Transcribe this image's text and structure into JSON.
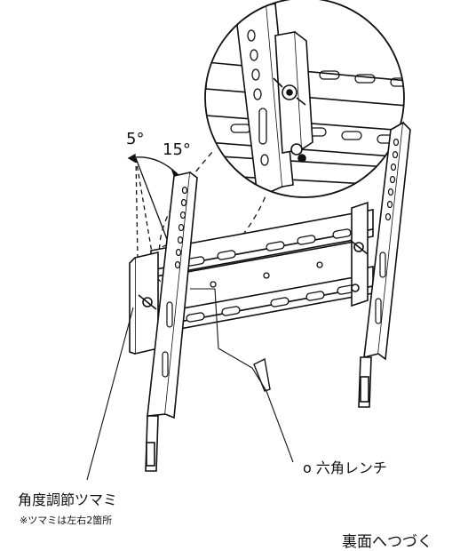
{
  "angles": {
    "small": "5°",
    "large": "15°"
  },
  "callouts": {
    "wrench": "o 六角レンチ",
    "knob": "角度調節ツマミ",
    "knob_note": "※ツマミは左右2箇所"
  },
  "footer": {
    "continue": "裏面へつづく"
  }
}
